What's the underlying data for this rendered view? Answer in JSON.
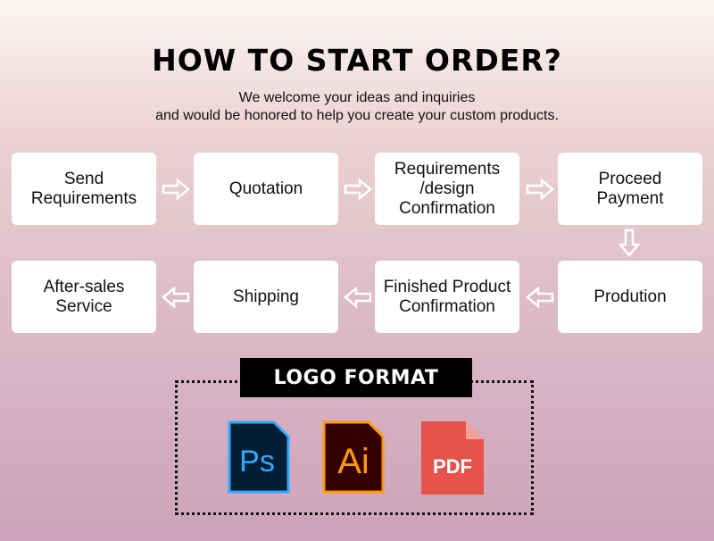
{
  "header": {
    "title": "HOW TO START ORDER?",
    "subtitle_line1": "We welcome your ideas and inquiries",
    "subtitle_line2": "and would be honored to help you create your custom products."
  },
  "steps": [
    {
      "line1": "Send",
      "line2": "Requirements"
    },
    {
      "line1": "Quotation",
      "line2": ""
    },
    {
      "line1": "Requirements",
      "line2": "/design",
      "line3": "Confirmation"
    },
    {
      "line1": "Proceed",
      "line2": "Payment"
    },
    {
      "line1": "Prodution",
      "line2": ""
    },
    {
      "line1": "Finished Product",
      "line2": "Confirmation"
    },
    {
      "line1": "Shipping",
      "line2": ""
    },
    {
      "line1": "After-sales",
      "line2": "Service"
    }
  ],
  "logo_format": {
    "label": "LOGO FORMAT",
    "icons": [
      {
        "name": "photoshop-icon",
        "text": "Ps",
        "color": "#31a8ff",
        "bg": "#001e36"
      },
      {
        "name": "illustrator-icon",
        "text": "Ai",
        "color": "#ff9a00",
        "bg": "#330000"
      },
      {
        "name": "pdf-icon",
        "text": "PDF",
        "color": "#ffffff",
        "bg": "#e5534b"
      }
    ]
  },
  "colors": {
    "step_bg": "#ffffff",
    "arrow_stroke": "#ffffff"
  }
}
